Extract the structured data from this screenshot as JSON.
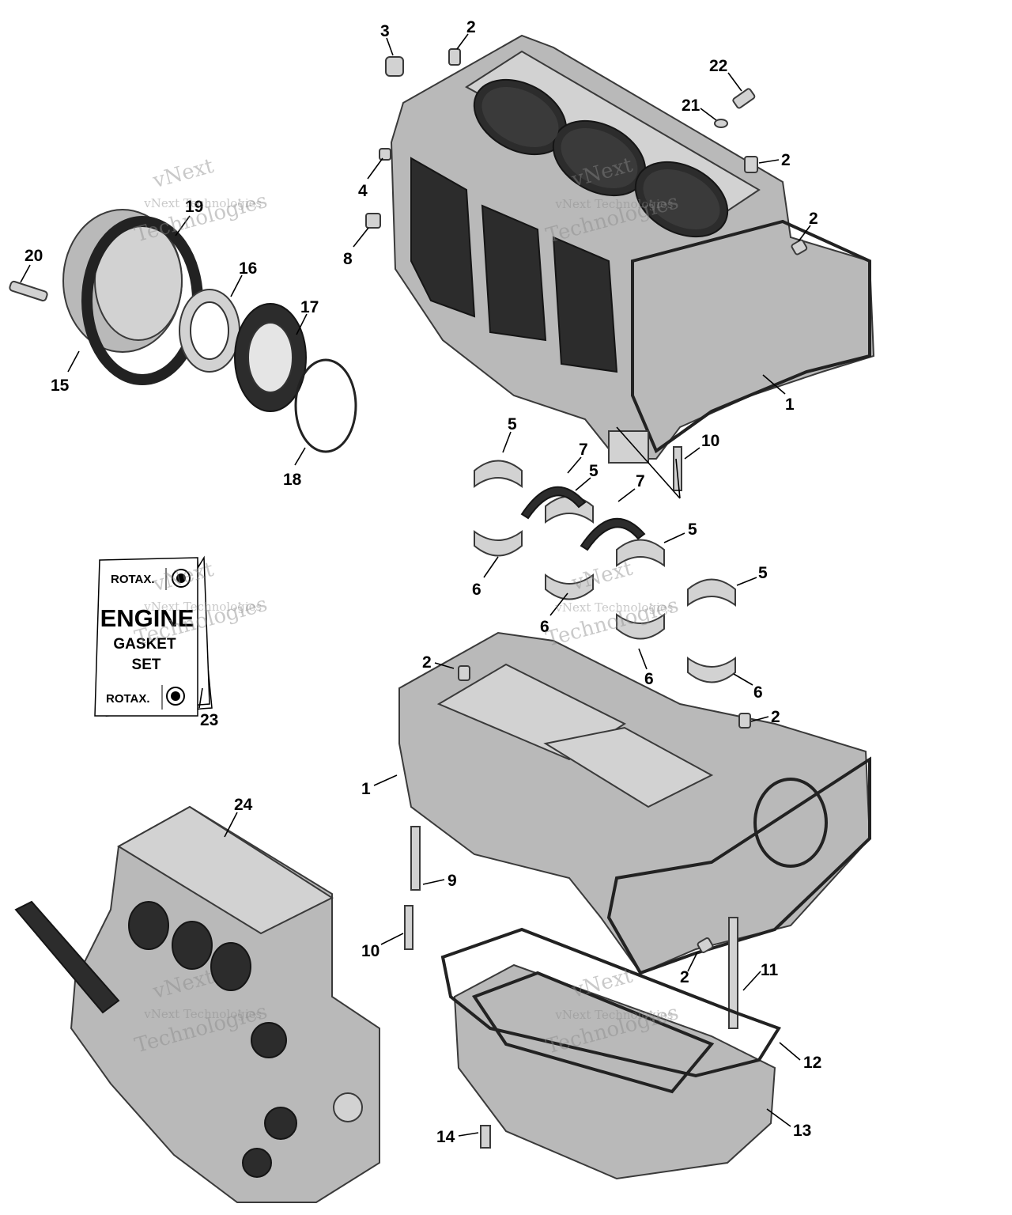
{
  "callouts": [
    {
      "label": "3"
    },
    {
      "label": "2"
    },
    {
      "label": "22"
    },
    {
      "label": "21"
    },
    {
      "label": "2"
    },
    {
      "label": "4"
    },
    {
      "label": "2"
    },
    {
      "label": "8"
    },
    {
      "label": "19"
    },
    {
      "label": "20"
    },
    {
      "label": "16"
    },
    {
      "label": "17"
    },
    {
      "label": "15"
    },
    {
      "label": "18"
    },
    {
      "label": "1"
    },
    {
      "label": "5"
    },
    {
      "label": "10"
    },
    {
      "label": "7"
    },
    {
      "label": "5"
    },
    {
      "label": "7"
    },
    {
      "label": "5"
    },
    {
      "label": "6"
    },
    {
      "label": "5"
    },
    {
      "label": "6"
    },
    {
      "label": "2"
    },
    {
      "label": "6"
    },
    {
      "label": "6"
    },
    {
      "label": "2"
    },
    {
      "label": "1"
    },
    {
      "label": "23"
    },
    {
      "label": "24"
    },
    {
      "label": "9"
    },
    {
      "label": "10"
    },
    {
      "label": "2"
    },
    {
      "label": "11"
    },
    {
      "label": "12"
    },
    {
      "label": "13"
    },
    {
      "label": "14"
    }
  ],
  "gasket_kit": {
    "brand": "ROTAX.",
    "line1": "ENGINE",
    "line2": "GASKET",
    "line3": "SET"
  },
  "watermarks": [
    {
      "line1": "vNext",
      "line2": "vNext Technologies",
      "line3": "Technologies"
    },
    {
      "line1": "vNext",
      "line2": "vNext Technologies",
      "line3": "Technologies"
    },
    {
      "line1": "vNext",
      "line2": "vNext Technologies",
      "line3": "Technologies"
    },
    {
      "line1": "vNext",
      "line2": "vNext Technologies",
      "line3": "Technologies"
    },
    {
      "line1": "vNext",
      "line2": "vNext Technologies",
      "line3": "Technologies"
    },
    {
      "line1": "vNext",
      "line2": "vNext Technologies",
      "line3": "Technologies"
    }
  ]
}
